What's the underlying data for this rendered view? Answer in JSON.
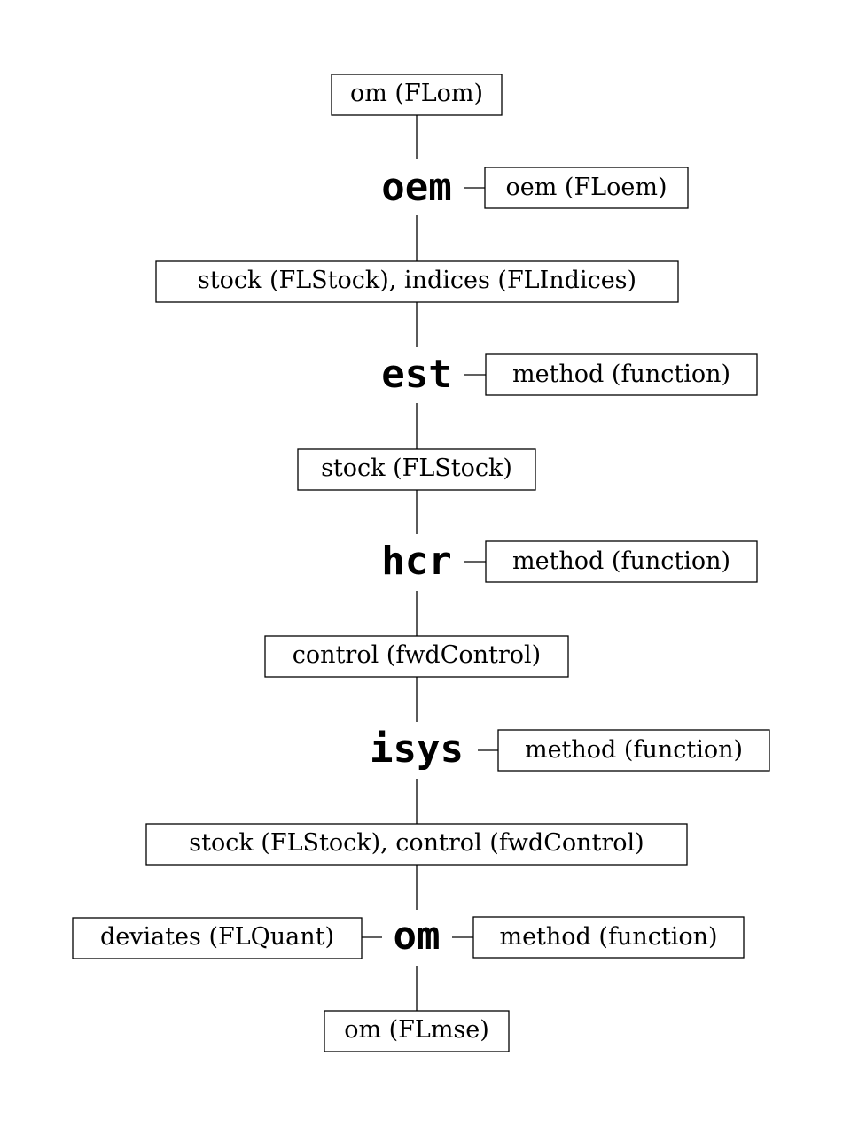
{
  "boxes": [
    {
      "id": "input-om",
      "label": "om (FLom)"
    },
    {
      "id": "oem-arg",
      "label": "oem (FLoem)"
    },
    {
      "id": "oem-out",
      "label": "stock (FLStock), indices (FLIndices)"
    },
    {
      "id": "est-method",
      "label": "method (function)"
    },
    {
      "id": "est-out",
      "label": "stock (FLStock)"
    },
    {
      "id": "hcr-method",
      "label": "method (function)"
    },
    {
      "id": "hcr-out",
      "label": "control (fwdControl)"
    },
    {
      "id": "isys-method",
      "label": "method (function)"
    },
    {
      "id": "isys-out",
      "label": "stock (FLStock), control (fwdControl)"
    },
    {
      "id": "om-deviates",
      "label": "deviates (FLQuant)"
    },
    {
      "id": "om-method",
      "label": "method (function)"
    },
    {
      "id": "output-mse",
      "label": "om (FLmse)"
    }
  ],
  "steps": [
    {
      "id": "oem",
      "label": "oem"
    },
    {
      "id": "est",
      "label": "est"
    },
    {
      "id": "hcr",
      "label": "hcr"
    },
    {
      "id": "isys",
      "label": "isys"
    },
    {
      "id": "om",
      "label": "om"
    }
  ]
}
